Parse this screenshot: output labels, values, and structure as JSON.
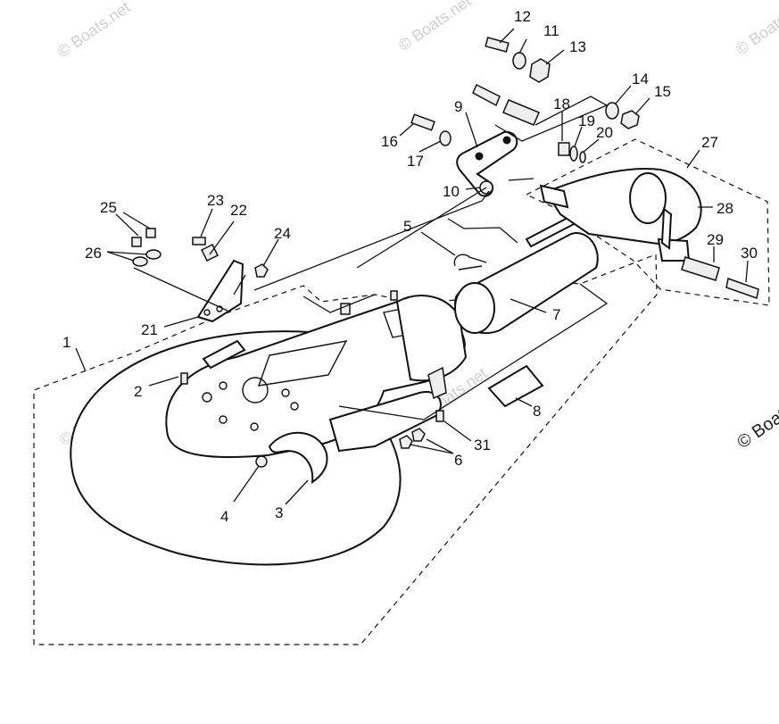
{
  "diagram": {
    "callouts": [
      "1",
      "2",
      "3",
      "4",
      "5",
      "6",
      "7",
      "8",
      "9",
      "10",
      "11",
      "12",
      "13",
      "14",
      "15",
      "16",
      "17",
      "18",
      "19",
      "20",
      "21",
      "22",
      "23",
      "24",
      "25",
      "26",
      "27",
      "28",
      "29",
      "30",
      "31"
    ],
    "watermarks": [
      "© Boats.net",
      "© Boats.net",
      "© Boats.net",
      "© Boats.net",
      "© Boats.net",
      "© Boats.net",
      "© Boats.net"
    ]
  }
}
